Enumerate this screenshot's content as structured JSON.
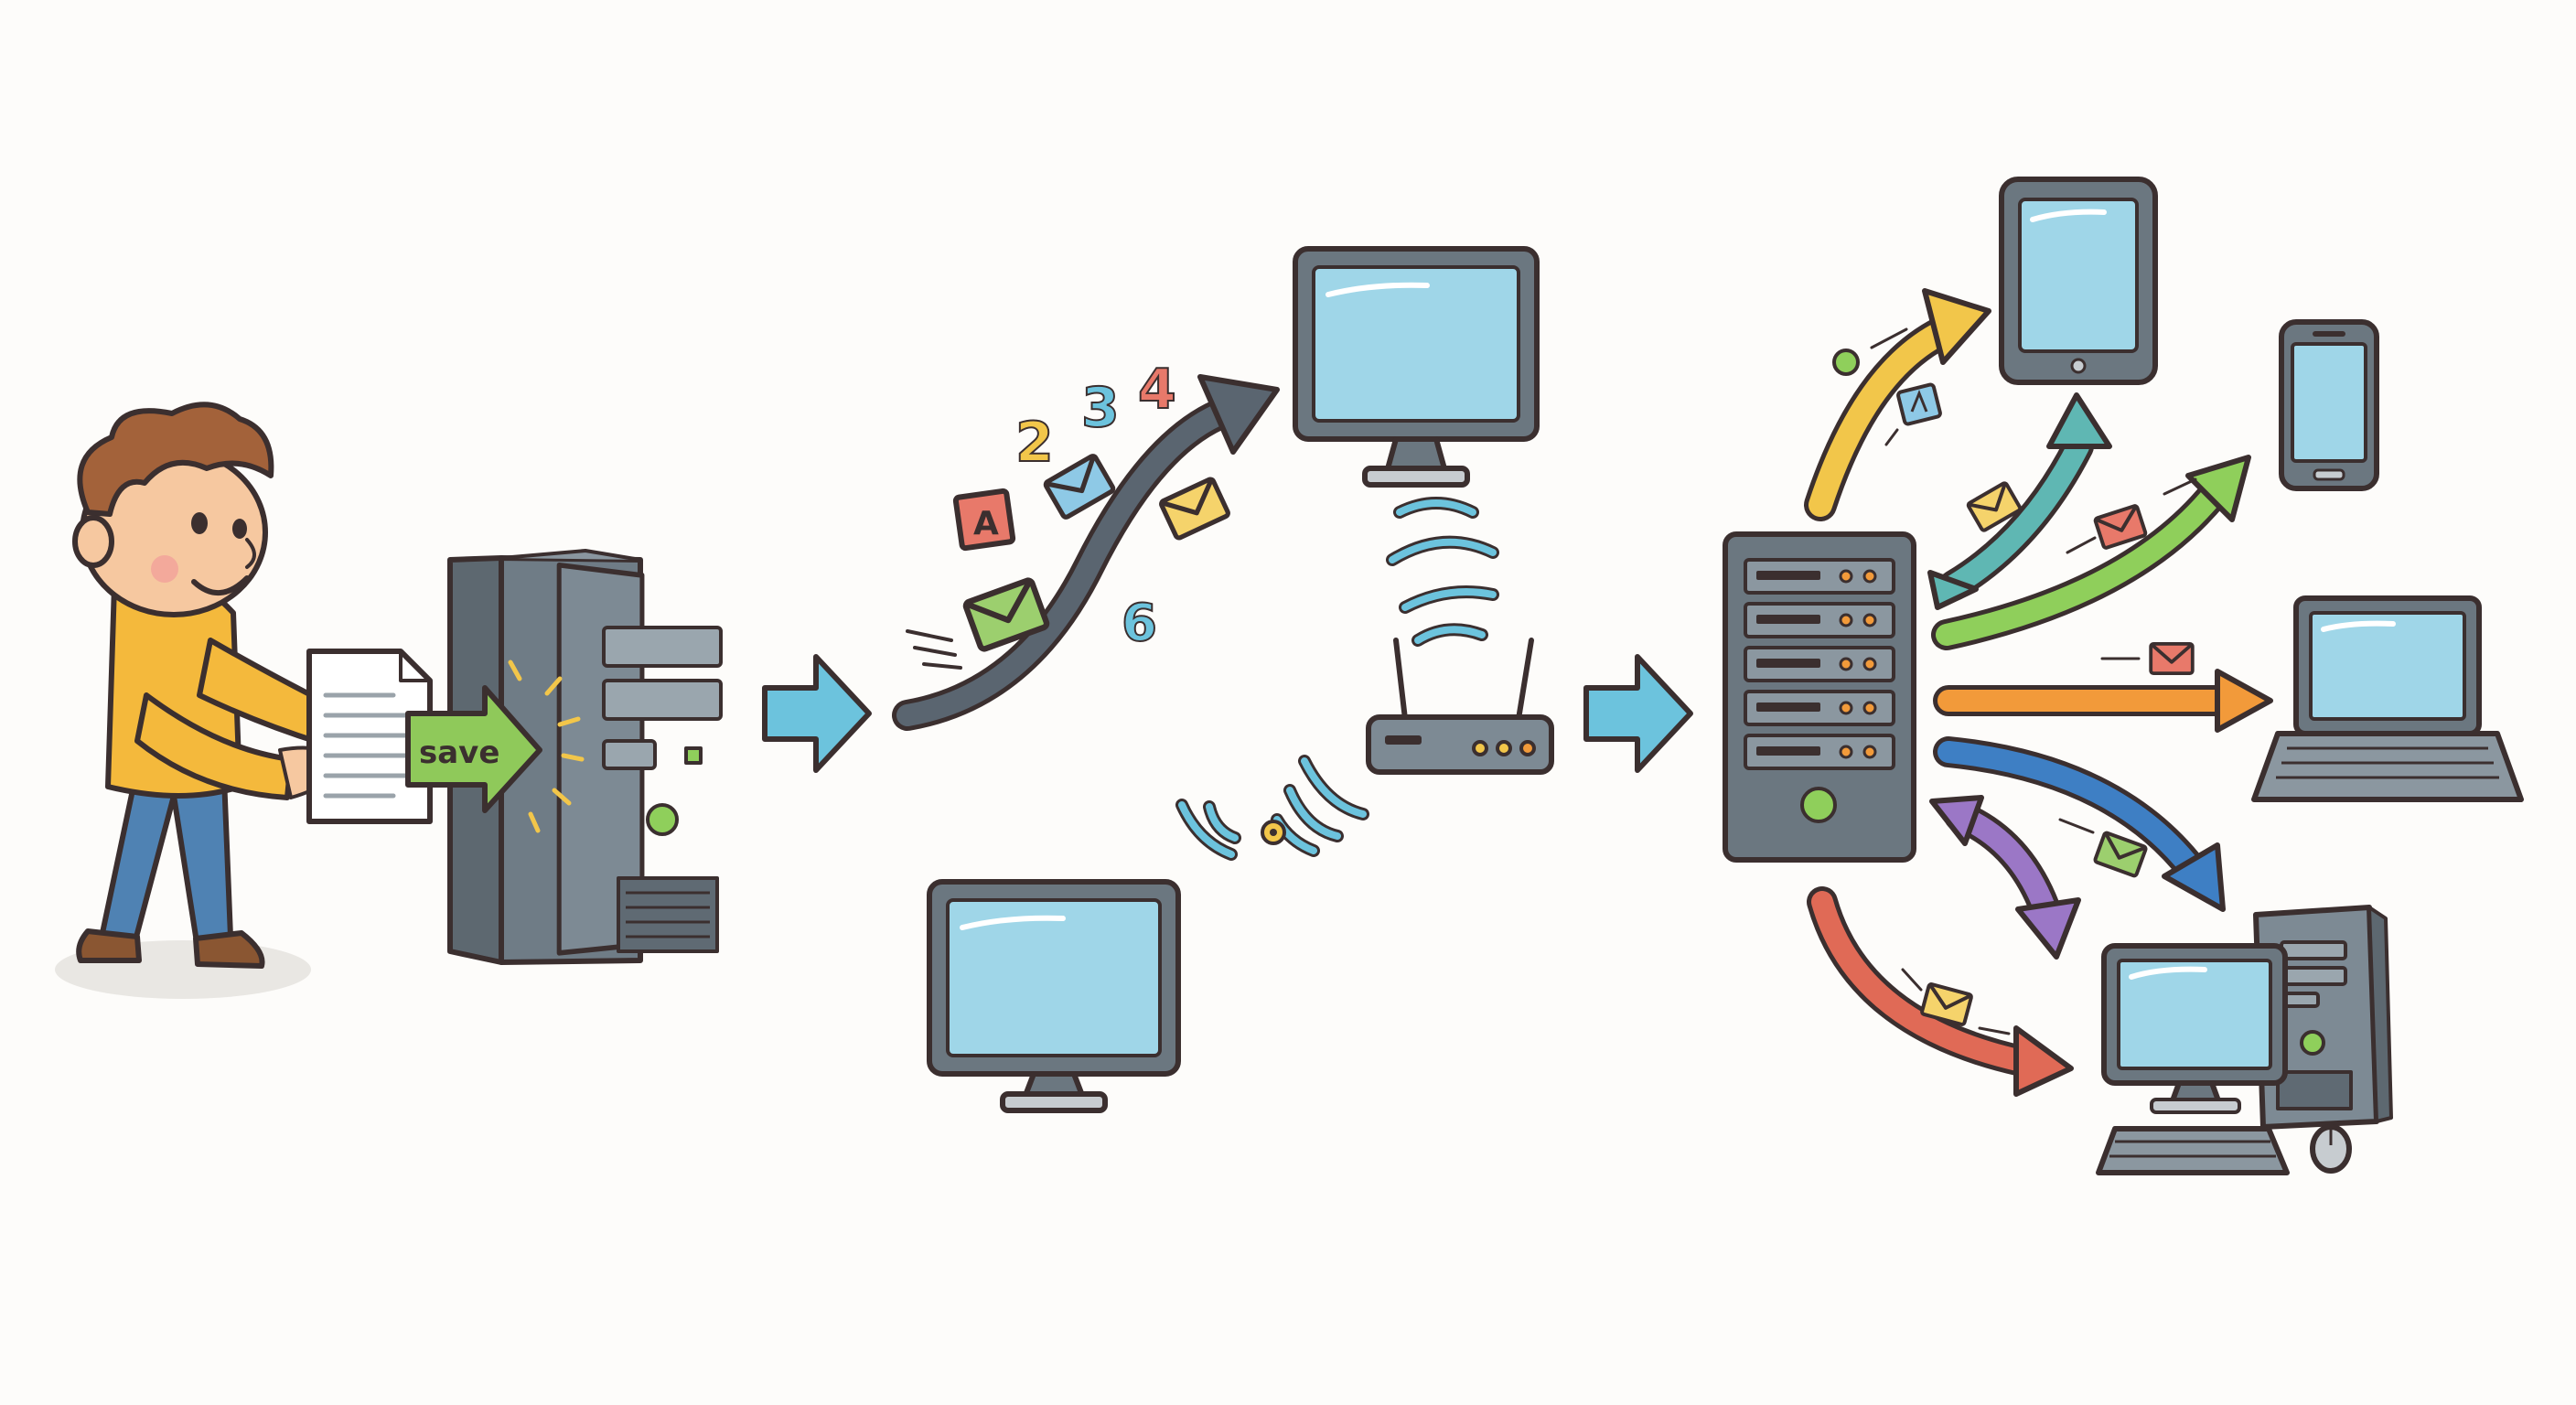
{
  "labels": {
    "save": "save",
    "letter_a": "A",
    "digit_2": "2",
    "digit_3": "3",
    "digit_4": "4",
    "digit_6": "6"
  },
  "colors": {
    "screen": "#9fd6e8",
    "case_gray": "#7d8a94",
    "flow_arrow": "#6cc3dd",
    "save_tag": "#8fc95a",
    "arrow_yellow": "#f2c64a",
    "arrow_teal": "#5fb7b3",
    "arrow_green": "#8fcf5b",
    "arrow_orange": "#f29a3a",
    "arrow_blue": "#3e7fc4",
    "arrow_purple": "#9b77c6",
    "arrow_red": "#e06a56",
    "envelope_yellow": "#f5d36b",
    "envelope_green": "#9ccf6e",
    "envelope_blue": "#8ec9e6",
    "envelope_red": "#e8796a"
  },
  "icons": [
    "person-icon",
    "document-icon",
    "tower-pc-icon",
    "monitor-icon",
    "router-icon",
    "wifi-waves-icon",
    "server-rack-icon",
    "tablet-icon",
    "smartphone-icon",
    "laptop-icon",
    "desktop-pc-icon",
    "envelope-icon",
    "arrow-icon"
  ]
}
